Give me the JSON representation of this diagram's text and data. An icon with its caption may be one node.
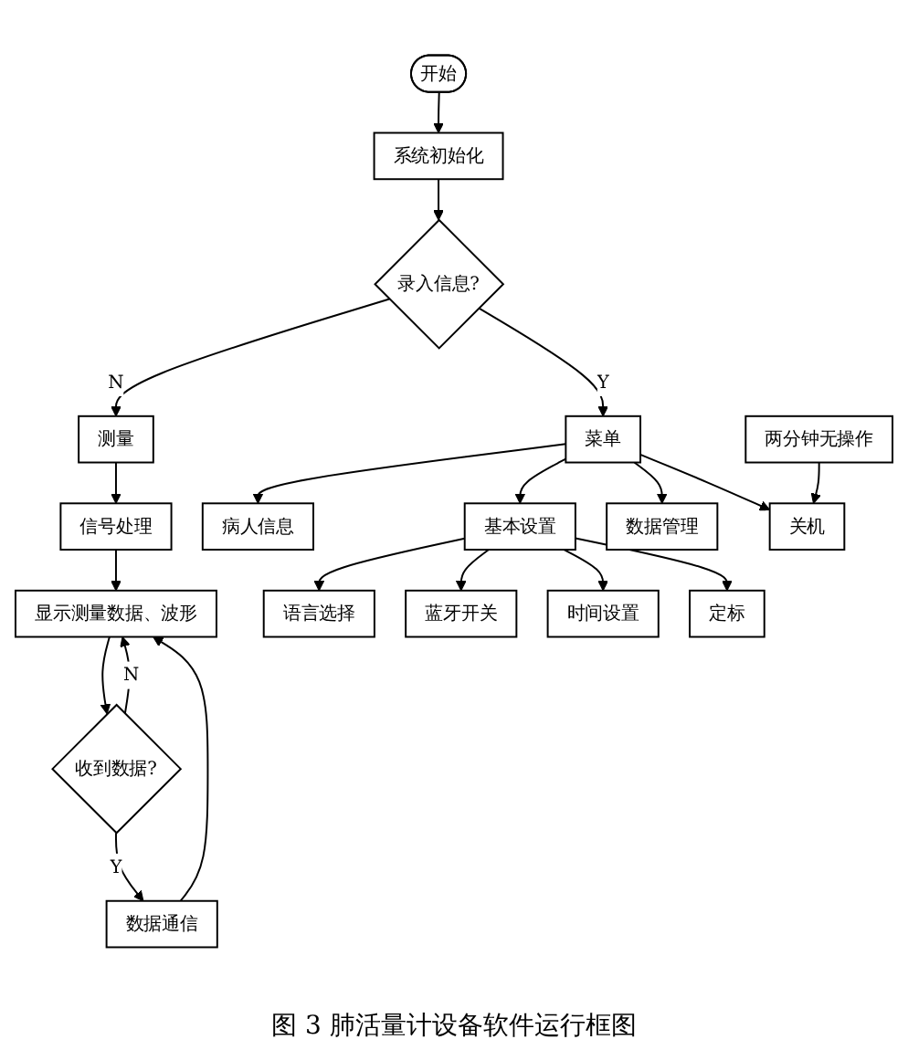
{
  "diagram": {
    "caption": "图 3 肺活量计设备软件运行框图",
    "nodes": [
      {
        "text": [
          "开始"
        ]
      },
      {
        "text": [
          "系统初始化"
        ]
      },
      {
        "text": [
          "录入信息?"
        ]
      },
      {
        "text": [
          "测量"
        ]
      },
      {
        "text": [
          "信号处理"
        ]
      },
      {
        "text": [
          "显示测量数据、波形"
        ]
      },
      {
        "text": [
          "收到数据?"
        ]
      },
      {
        "text": [
          "数据通信"
        ]
      },
      {
        "text": [
          "菜单"
        ]
      },
      {
        "text": [
          "病人信息"
        ]
      },
      {
        "text": [
          "基本设置"
        ]
      },
      {
        "text": [
          "数据管理"
        ]
      },
      {
        "text": [
          "关机"
        ]
      },
      {
        "text": [
          "语言选择"
        ]
      },
      {
        "text": [
          "蓝牙开关"
        ]
      },
      {
        "text": [
          "时间设置"
        ]
      },
      {
        "text": [
          "定标"
        ]
      },
      {
        "text": [
          "两分钟无操作"
        ]
      }
    ],
    "edges": [
      {
        "from": 0,
        "to": 1,
        "arrow": "to"
      },
      {
        "from": 1,
        "to": 2,
        "arrow": "to"
      },
      {
        "from": 2,
        "to": 3,
        "label": "N",
        "arrow": "to"
      },
      {
        "from": 3,
        "to": 4,
        "arrow": "to"
      },
      {
        "from": 4,
        "to": 5,
        "arrow": "to"
      },
      {
        "from": 5,
        "to": 6,
        "arrow": "to"
      },
      {
        "from": 6,
        "to": 5,
        "label": "N",
        "arrow": "to"
      },
      {
        "from": 6,
        "to": 7,
        "label": "Y",
        "arrow": "to"
      },
      {
        "from": 7,
        "to": 5,
        "arrow": "to"
      },
      {
        "from": 2,
        "to": 8,
        "label": "Y",
        "arrow": "to"
      },
      {
        "from": 8,
        "to": 9,
        "arrow": "to"
      },
      {
        "from": 8,
        "to": 10,
        "arrow": "to"
      },
      {
        "from": 8,
        "to": 11,
        "arrow": "to"
      },
      {
        "from": 8,
        "to": 12,
        "arrow": "to"
      },
      {
        "from": 10,
        "to": 13,
        "arrow": "to"
      },
      {
        "from": 10,
        "to": 14,
        "arrow": "to"
      },
      {
        "from": 10,
        "to": 15,
        "arrow": "to"
      },
      {
        "from": 10,
        "to": 16,
        "arrow": "to"
      },
      {
        "from": 17,
        "to": 12,
        "arrow": "to"
      }
    ]
  }
}
